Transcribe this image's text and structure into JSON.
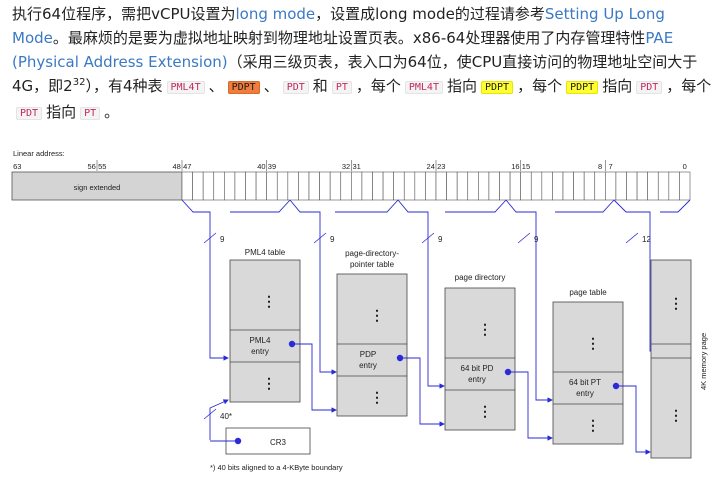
{
  "intro": {
    "p1": "执行64位程序，需把vCPU设置为",
    "link_long_mode": "long mode",
    "p2": "，设置成long mode的过程请参考",
    "link_setup": "Setting Up Long Mode",
    "p3": "。最麻烦的是要为虚拟地址映射到物理地址设置页表。x86-64处理器使用了内存管理特性",
    "link_pae": "PAE (Physical Address Extension)",
    "p4": "（采用三级页表，表入口为64位，使CPU直接访问的物理地址空间大于4G，即2",
    "sup": "32",
    "p5": "），有4种表",
    "sep1": "、",
    "sep2": "、",
    "and": "和",
    "p6": "，每个",
    "points_to_1": "指向",
    "p7": "，每个",
    "points_to_2": "指向",
    "p8": "，每个",
    "points_to_3": "指向",
    "end": "。",
    "code_pml4t": "PML4T",
    "code_pdpt": "PDPT",
    "code_pdt": "PDT",
    "code_pt": "PT"
  },
  "diagram": {
    "linear_address_label": "Linear address:",
    "bit_labels": [
      "63",
      "56",
      "55",
      "48",
      "47",
      "40",
      "39",
      "32",
      "31",
      "24",
      "23",
      "16",
      "15",
      "8",
      "7",
      "0"
    ],
    "sign_extended": "sign extended",
    "bits_pml4": "9",
    "bits_pdp": "9",
    "bits_pd": "9",
    "bits_pt": "9",
    "bits_offset": "12",
    "pml4_table_title": "PML4 table",
    "pdp_table_title_1": "page-directory-",
    "pdp_table_title_2": "pointer table",
    "pd_table_title": "page directory",
    "pt_table_title": "page table",
    "pml4_entry_1": "PML4",
    "pml4_entry_2": "entry",
    "pdp_entry_1": "PDP",
    "pdp_entry_2": "entry",
    "pd_entry_1": "64 bit PD",
    "pd_entry_2": "entry",
    "pt_entry_1": "64 bit PT",
    "pt_entry_2": "entry",
    "memory_page": "4K memory page",
    "cr3_bits": "40*",
    "cr3_label": "CR3",
    "footnote": "*) 40 bits aligned to a 4-KByte boundary",
    "vdots": "⋮"
  }
}
